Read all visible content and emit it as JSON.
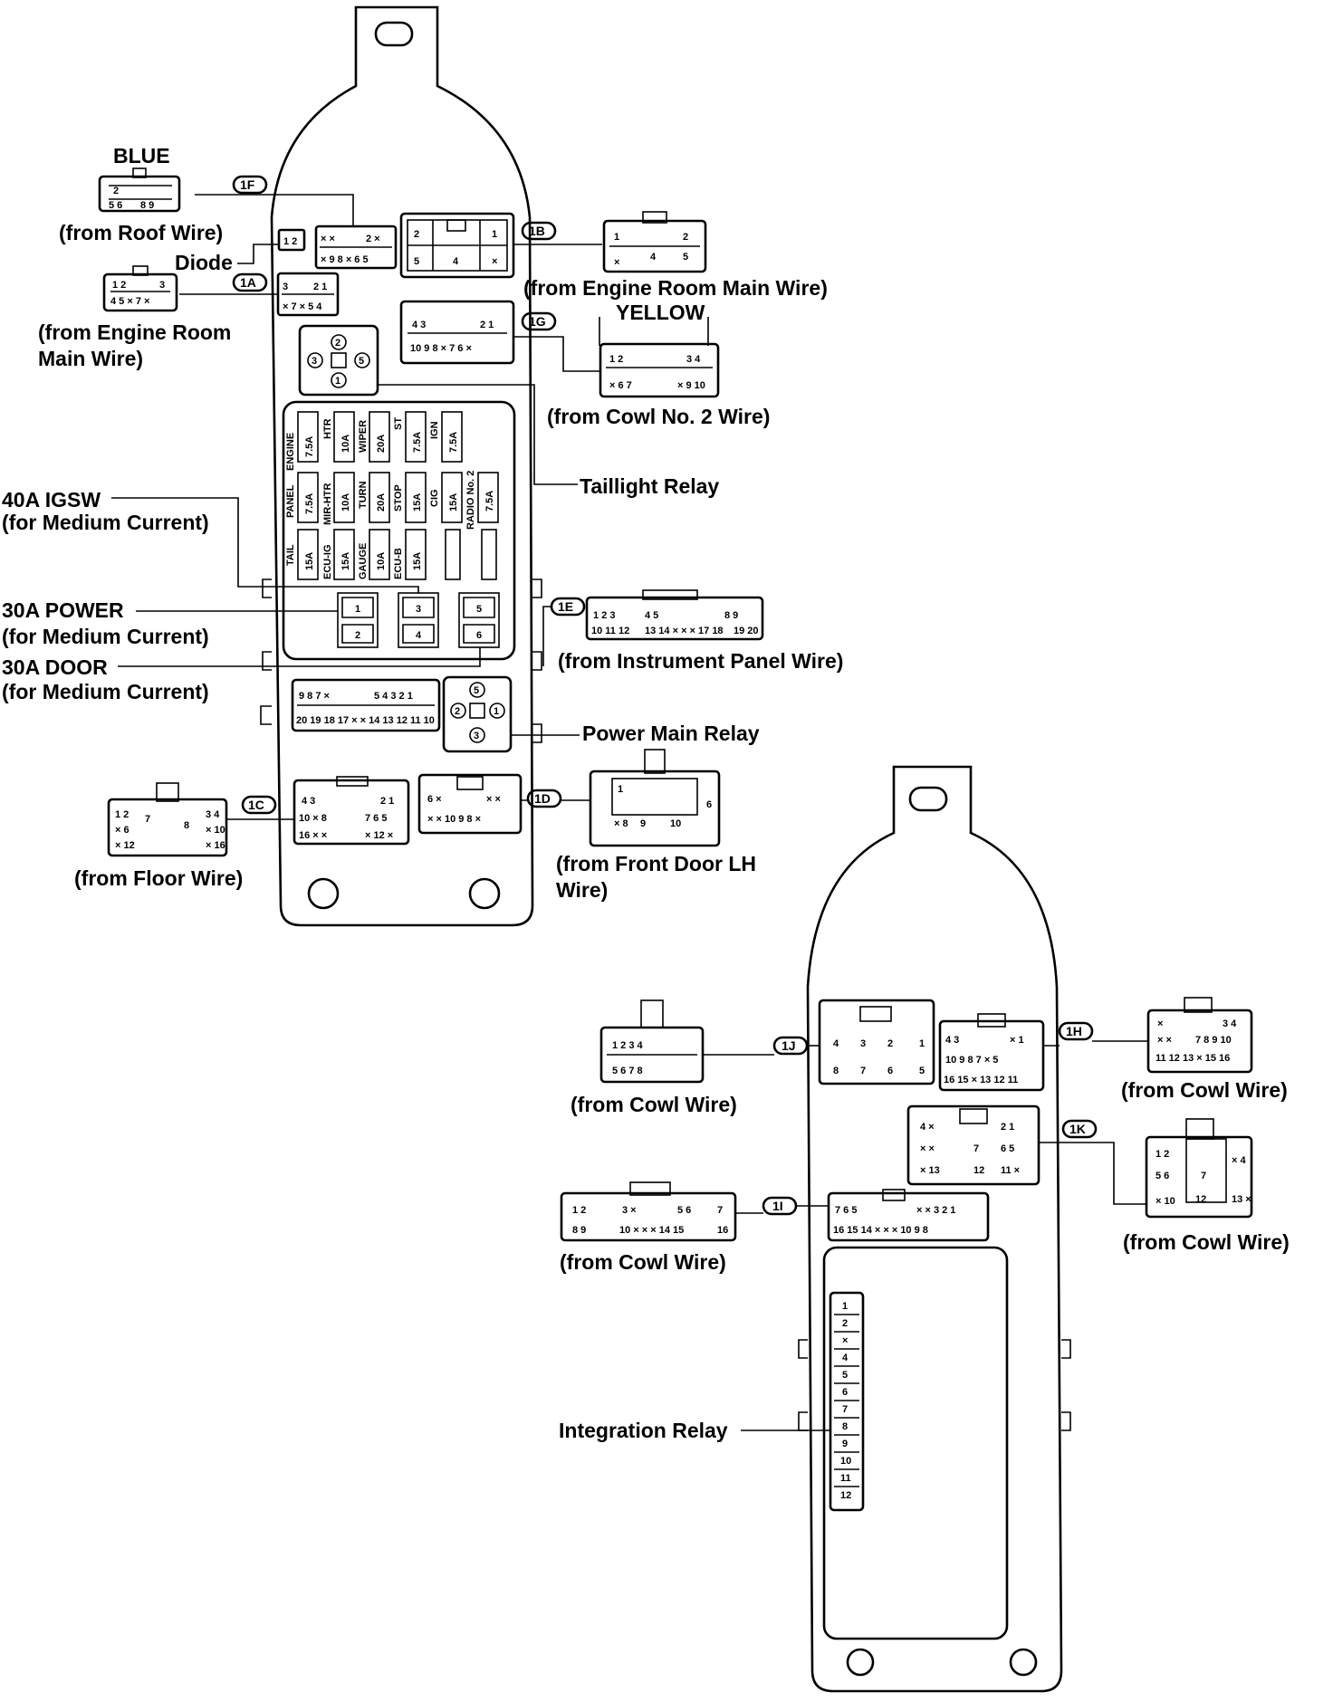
{
  "colors": {
    "ink": "#000000",
    "background": "#ffffff"
  },
  "labels": {
    "blue": "BLUE",
    "from_roof_wire": "(from Roof Wire)",
    "diode": "Diode",
    "from_engine_room_main_wire_1": "(from Engine Room",
    "from_engine_room_main_wire_2": "Main Wire)",
    "from_engine_room_main_wire_right": "(from Engine Room Main Wire)",
    "yellow": "YELLOW",
    "from_cowl_no2_wire": "(from Cowl No. 2 Wire)",
    "taillight_relay": "Taillight Relay",
    "igsw_1": "40A IGSW",
    "igsw_2": "(for Medium Current)",
    "power_1": "30A POWER",
    "power_2": "(for Medium Current)",
    "door_1": "30A DOOR",
    "door_2": "(for Medium Current)",
    "from_instrument_panel_wire": "(from Instrument Panel Wire)",
    "power_main_relay": "Power Main Relay",
    "from_floor_wire": "(from Floor Wire)",
    "from_front_door_lh_1": "(from Front Door LH",
    "from_front_door_lh_2": "Wire)",
    "from_cowl_wire_1j": "(from Cowl Wire)",
    "from_cowl_wire_1h": "(from Cowl Wire)",
    "from_cowl_wire_1k": "(from Cowl Wire)",
    "from_cowl_wire_1i": "(from Cowl Wire)",
    "integration_relay": "Integration Relay"
  },
  "connector_tags": {
    "c1F": "1F",
    "c1B": "1B",
    "c1A": "1A",
    "c1G": "1G",
    "c1E": "1E",
    "c1C": "1C",
    "c1D": "1D",
    "c1J": "1J",
    "c1H": "1H",
    "c1K": "1K",
    "c1I": "1I"
  },
  "fuses": {
    "engine": {
      "name": "ENGINE",
      "rating": "7.5A"
    },
    "htr": {
      "name": "HTR",
      "rating": "10A"
    },
    "wiper": {
      "name": "WIPER",
      "rating": "20A"
    },
    "st": {
      "name": "ST",
      "rating": "7.5A"
    },
    "ign": {
      "name": "IGN",
      "rating": "7.5A"
    },
    "panel": {
      "name": "PANEL",
      "rating": "7.5A"
    },
    "mirhtr": {
      "name": "MIR-HTR",
      "rating": "10A"
    },
    "turn": {
      "name": "TURN",
      "rating": "20A"
    },
    "stop": {
      "name": "STOP",
      "rating": "15A"
    },
    "cig": {
      "name": "CIG",
      "rating": "15A"
    },
    "radio": {
      "name": "RADIO No. 2",
      "rating": "7.5A"
    },
    "tail": {
      "name": "TAIL",
      "rating": "15A"
    },
    "ecuig": {
      "name": "ECU-IG",
      "rating": "15A"
    },
    "gauge": {
      "name": "GAUGE",
      "rating": "10A"
    },
    "ecub": {
      "name": "ECU-B",
      "rating": "15A"
    }
  },
  "fusible_slots": [
    "1",
    "2",
    "3",
    "4",
    "5",
    "6"
  ],
  "integration_relay_pins": [
    "1",
    "2",
    "×",
    "4",
    "5",
    "6",
    "7",
    "8",
    "9",
    "10",
    "11",
    "12"
  ]
}
